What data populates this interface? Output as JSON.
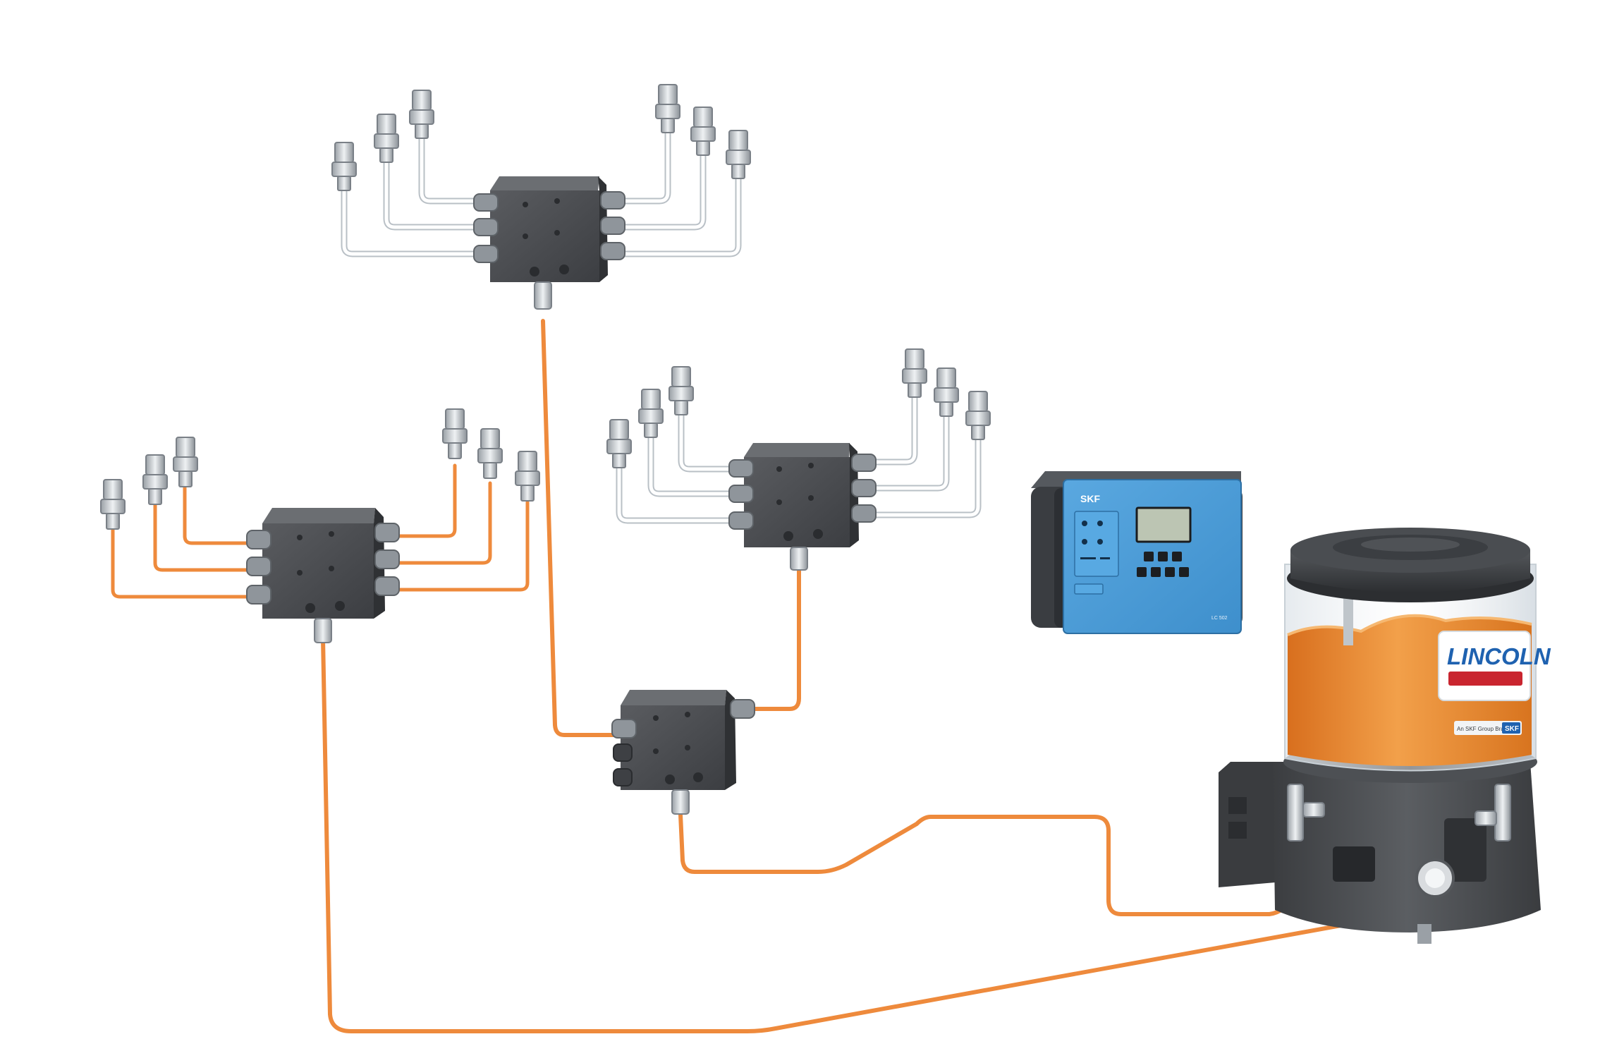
{
  "brands": {
    "pump_logo": "LINCOLN",
    "pump_badge": "SKF",
    "pump_tagline": "An SKF Group Brand",
    "controller_logo": "SKF"
  },
  "controller": {
    "panel_tag": "LC 502",
    "left_icons": [
      "clock-icon",
      "pause-icon",
      "wrench-icon",
      "reset-icon"
    ]
  },
  "colors": {
    "lube_line": "#ee8a3c",
    "feed_line_clear": "#eef2f5",
    "divider_block": "#4b4d50",
    "controller_face": "#4a9bd6",
    "controller_frame": "#3a3d41",
    "grease": "#e8822e",
    "lincoln_red": "#c9252f",
    "skf_blue": "#1f62b0"
  }
}
